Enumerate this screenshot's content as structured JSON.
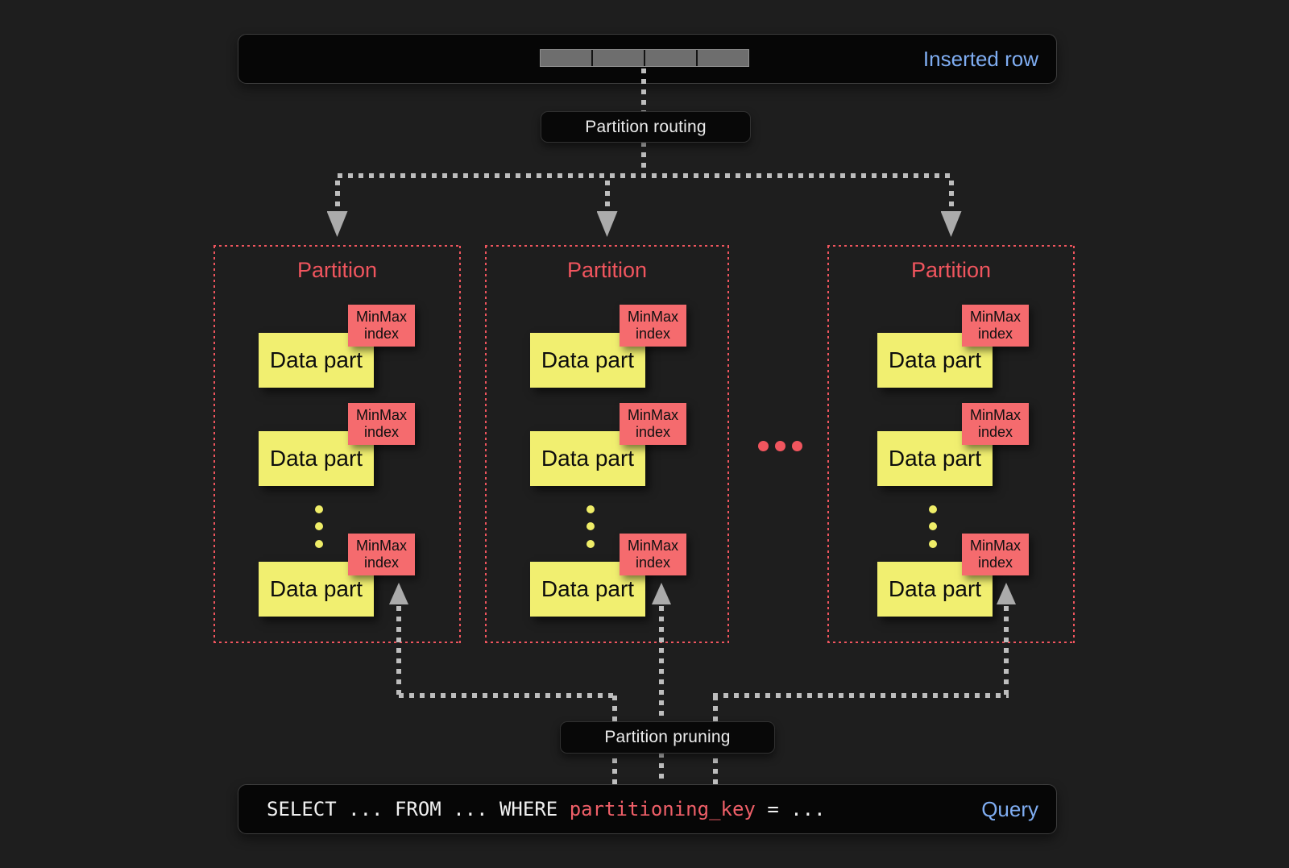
{
  "colors": {
    "background": "#1e1e1e",
    "panel_bg": "#060606",
    "panel_border": "#3d3d3d",
    "blue_text": "#7fadf2",
    "red": "#f0555e",
    "minmax_bg": "#f56b6e",
    "yellow": "#f1ef70",
    "dash_gray": "#bdbdbd",
    "arrow_gray": "#ababab",
    "bar_cell_gray": "#6e6e6e",
    "pill_text": "#ececec",
    "sql_text": "#f2f2f2",
    "sql_key_red": "#ef5f68"
  },
  "inserted_row": {
    "label": "Inserted row",
    "segment_count": 4
  },
  "labels": {
    "partition_routing": "Partition routing",
    "partition_pruning": "Partition pruning"
  },
  "partitions": [
    {
      "title": "Partition",
      "parts": [
        {
          "label": "Data part",
          "index_lines": [
            "MinMax",
            "index"
          ]
        },
        {
          "label": "Data part",
          "index_lines": [
            "MinMax",
            "index"
          ]
        },
        {
          "label": "Data part",
          "index_lines": [
            "MinMax",
            "index"
          ]
        }
      ]
    },
    {
      "title": "Partition",
      "parts": [
        {
          "label": "Data part",
          "index_lines": [
            "MinMax",
            "index"
          ]
        },
        {
          "label": "Data part",
          "index_lines": [
            "MinMax",
            "index"
          ]
        },
        {
          "label": "Data part",
          "index_lines": [
            "MinMax",
            "index"
          ]
        }
      ]
    },
    {
      "title": "Partition",
      "parts": [
        {
          "label": "Data part",
          "index_lines": [
            "MinMax",
            "index"
          ]
        },
        {
          "label": "Data part",
          "index_lines": [
            "MinMax",
            "index"
          ]
        },
        {
          "label": "Data part",
          "index_lines": [
            "MinMax",
            "index"
          ]
        }
      ]
    }
  ],
  "ellipsis_between_partitions": "...",
  "query": {
    "prefix": "SELECT ... FROM ... WHERE ",
    "key": "partitioning_key",
    "suffix": " = ...",
    "label": "Query"
  }
}
